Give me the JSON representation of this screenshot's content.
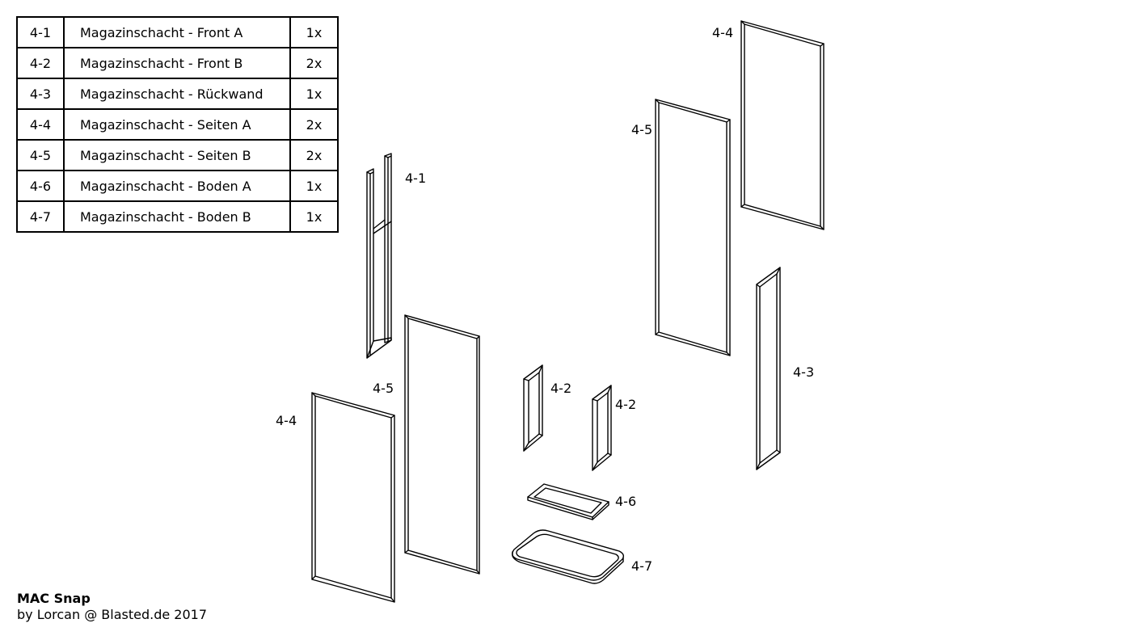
{
  "parts_table": [
    {
      "id": "4-1",
      "name": "Magazinschacht - Front A",
      "qty": "1x"
    },
    {
      "id": "4-2",
      "name": "Magazinschacht - Front B",
      "qty": "2x"
    },
    {
      "id": "4-3",
      "name": "Magazinschacht - Rückwand",
      "qty": "1x"
    },
    {
      "id": "4-4",
      "name": "Magazinschacht - Seiten A",
      "qty": "2x"
    },
    {
      "id": "4-5",
      "name": "Magazinschacht - Seiten B",
      "qty": "2x"
    },
    {
      "id": "4-6",
      "name": "Magazinschacht - Boden A",
      "qty": "1x"
    },
    {
      "id": "4-7",
      "name": "Magazinschacht - Boden B",
      "qty": "1x"
    }
  ],
  "callouts": {
    "left_4_1": "4-1",
    "left_4_5": "4-5",
    "left_4_4": "4-4",
    "mid_4_2a": "4-2",
    "mid_4_2b": "4-2",
    "mid_4_6": "4-6",
    "mid_4_7": "4-7",
    "right_4_4": "4-4",
    "right_4_5": "4-5",
    "right_4_3": "4-3"
  },
  "credits": {
    "title": "MAC Snap",
    "author": "by Lorcan @ Blasted.de 2017"
  }
}
